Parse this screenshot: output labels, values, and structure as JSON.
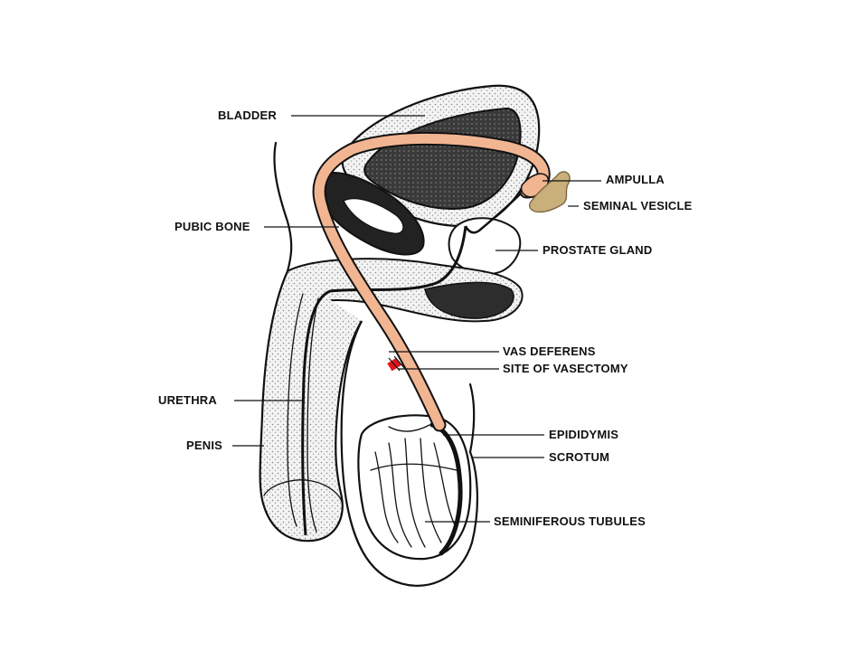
{
  "labels": {
    "bladder": "BLADDER",
    "pubic_bone": "PUBIC BONE",
    "urethra": "URETHRA",
    "penis": "PENIS",
    "ampulla": "AMPULLA",
    "seminal_vesicle": "SEMINAL VESICLE",
    "prostate_gland": "PROSTATE  GLAND",
    "vas_deferens": "VAS DEFERENS",
    "site_of_vasectomy": "SITE OF VASECTOMY",
    "epididymis": "EPIDIDYMIS",
    "scrotum": "SCROTUM",
    "seminiferous_tubules": "SEMINIFEROUS TUBULES"
  },
  "colors": {
    "vas_deferens": "#f2b592",
    "vasectomy_site": "#e0151b",
    "seminal_vesicle": "#c9b07a",
    "bladder_wall": "#444444",
    "stipple": "#d9d9d9"
  }
}
